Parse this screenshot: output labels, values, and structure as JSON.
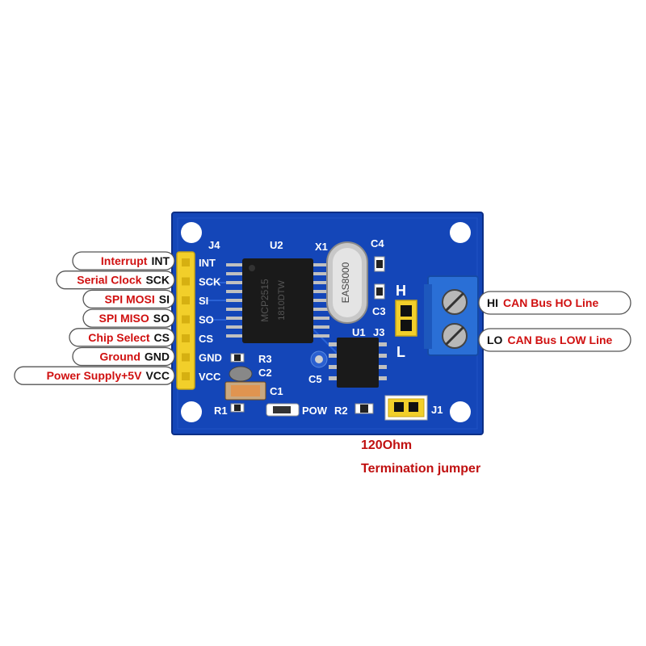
{
  "left_labels": [
    {
      "desc": "Interrupt",
      "pin": "INT"
    },
    {
      "desc": "Serial Clock",
      "pin": "SCK"
    },
    {
      "desc": "SPI MOSI",
      "pin": "SI"
    },
    {
      "desc": "SPI MISO",
      "pin": "SO"
    },
    {
      "desc": "Chip Select",
      "pin": "CS"
    },
    {
      "desc": "Ground",
      "pin": "GND"
    },
    {
      "desc": "Power Supply+5V",
      "pin": "VCC"
    }
  ],
  "right_labels": [
    {
      "code": "HI",
      "desc": "CAN Bus HO Line"
    },
    {
      "code": "LO",
      "desc": "CAN Bus LOW Line"
    }
  ],
  "board": {
    "header_label": "J4",
    "pins": [
      "INT",
      "SCK",
      "SI",
      "SO",
      "CS",
      "GND",
      "VCC"
    ],
    "u2": "U2",
    "u2_chip_text": "MCP2515",
    "u2_chip_code": "1810DTW",
    "x1": "X1",
    "crystal_text": "EAS8000",
    "c4": "C4",
    "c3": "C3",
    "j3": "J3",
    "h": "H",
    "l": "L",
    "u1": "U1",
    "r3": "R3",
    "c2": "C2",
    "c1": "C1",
    "c5": "C5",
    "r1": "R1",
    "pow": "POW",
    "r2": "R2",
    "j1": "J1"
  },
  "caption": {
    "line1": "120Ohm",
    "line2": "Termination jumper"
  },
  "colors": {
    "board_blue": "#1446b8",
    "label_red": "#d01010",
    "header_yellow": "#f2cf2a",
    "terminal_blue": "#2a6fd6"
  }
}
